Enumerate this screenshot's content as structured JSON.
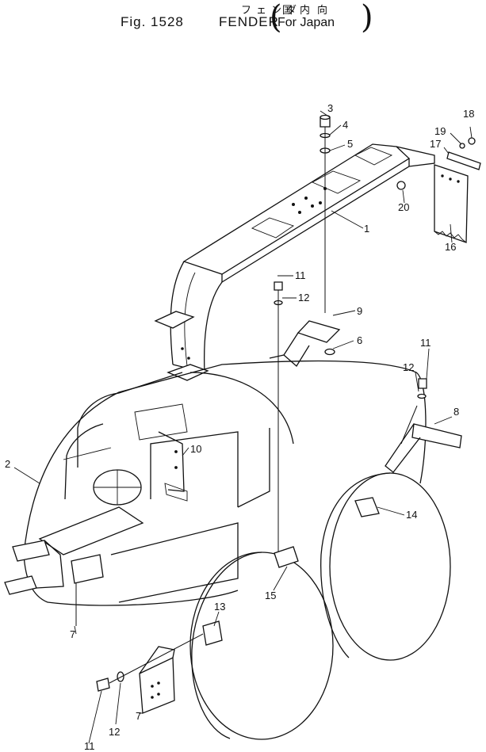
{
  "header": {
    "fig_label": "Fig. 1528",
    "title_jp": "フェンダ",
    "title_en": "FENDER",
    "region_jp": "国内向",
    "region_en": "For Japan"
  },
  "callouts": {
    "c1": "1",
    "c2": "2",
    "c3": "3",
    "c4": "4",
    "c5": "5",
    "c6": "6",
    "c7a": "7",
    "c7b": "7",
    "c8": "8",
    "c9": "9",
    "c10": "10",
    "c11a": "11",
    "c11b": "11",
    "c11c": "11",
    "c12a": "12",
    "c12b": "12",
    "c12c": "12",
    "c13": "13",
    "c14": "14",
    "c15": "15",
    "c16": "16",
    "c17": "17",
    "c18": "18",
    "c19": "19",
    "c20": "20"
  }
}
